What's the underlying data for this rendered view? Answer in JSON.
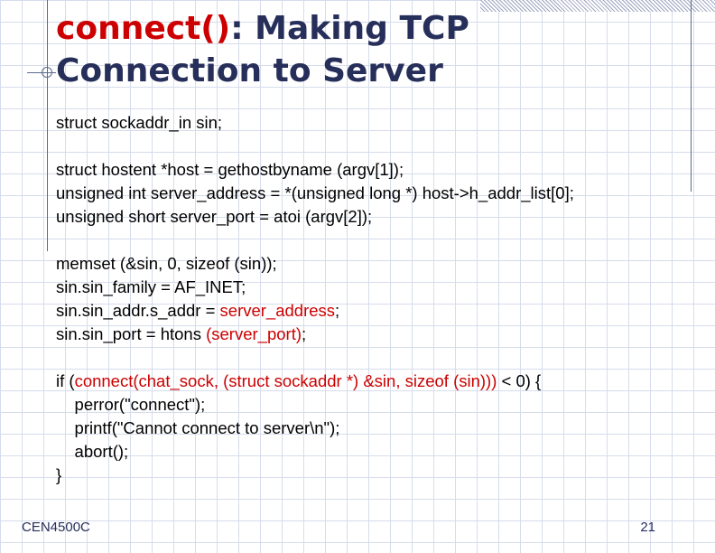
{
  "title": {
    "func_name": "connect()",
    "colon": ":",
    "rest_line1": " Making TCP",
    "line2": "Connection to Server"
  },
  "code": {
    "l1": "struct sockaddr_in sin;",
    "l3": "struct hostent *host = gethostbyname (argv[1]);",
    "l4": "unsigned int server_address = *(unsigned long *) host->h_addr_list[0];",
    "l5": "unsigned short server_port = atoi (argv[2]);",
    "l7": "memset (&sin, 0, sizeof (sin));",
    "l8": "sin.sin_family = AF_INET;",
    "l9_pre": "sin.sin_addr.s_addr = ",
    "l9_red": "server_address",
    "l9_post": ";",
    "l10_pre": "sin.sin_port = htons ",
    "l10_open": "(",
    "l10_red": "server_port",
    "l10_close": ")",
    "l10_post": ";",
    "l12_pre": "if ",
    "l12_open": "(",
    "l12_red": "connect(chat_sock, (struct sockaddr *) &sin, sizeof (sin))",
    "l12_close": ")",
    "l12_post": " < 0) {",
    "l13": "    perror(\"connect\");",
    "l14": "    printf(\"Cannot connect to server\\n\");",
    "l15": "    abort();",
    "l16": "}"
  },
  "footer": {
    "course": "CEN4500C",
    "page_number": "21"
  },
  "colors": {
    "title_text": "#262e5a",
    "highlight_red": "#cc0000",
    "grid": "#d6dcec"
  }
}
